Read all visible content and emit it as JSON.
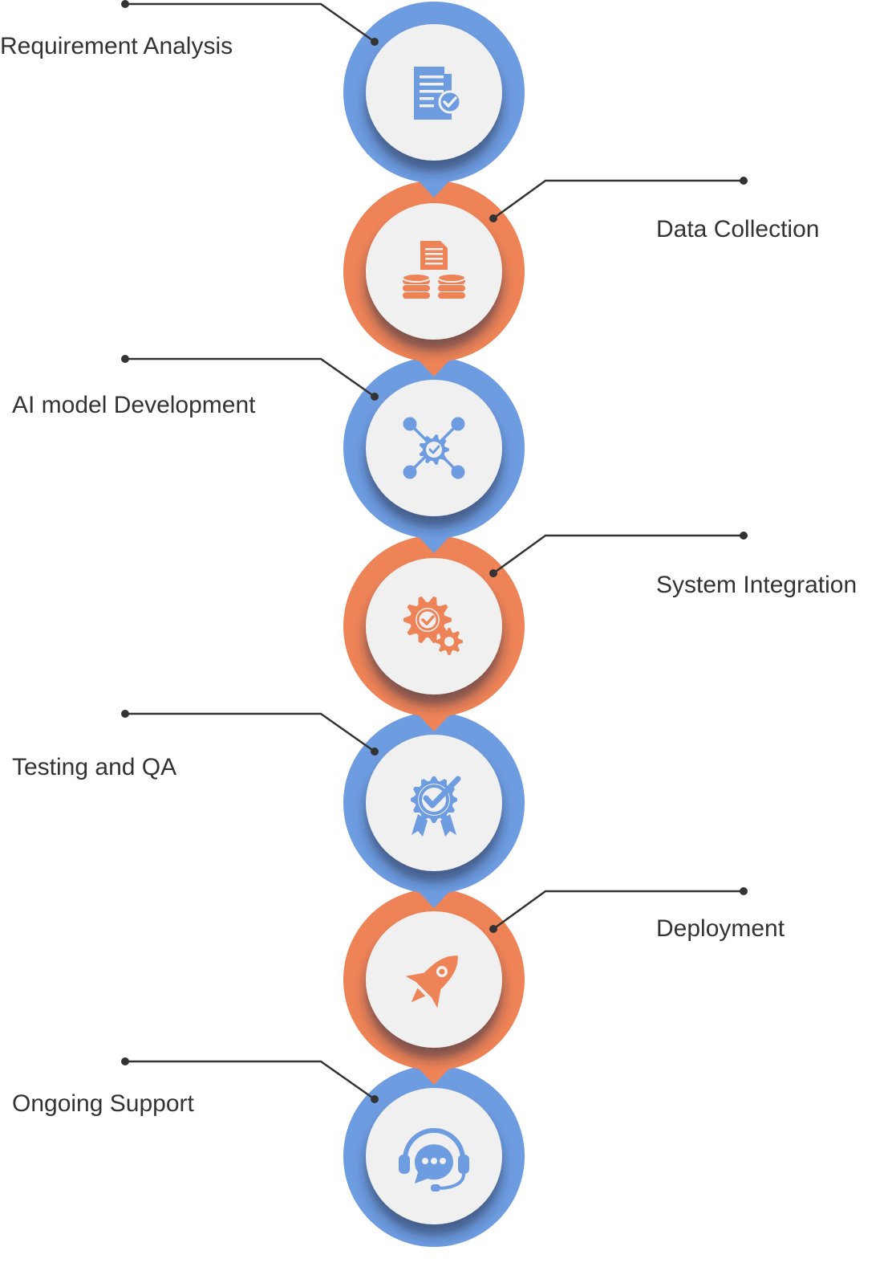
{
  "colors": {
    "blue": "#6e9ce0",
    "orange": "#ee8357",
    "inner_fill": "#f0f0f0",
    "connector": "#333333",
    "text": "#333333"
  },
  "steps": [
    {
      "label": "Requirement Analysis",
      "color": "blue",
      "icon": "document-check-icon"
    },
    {
      "label": "Data Collection",
      "color": "orange",
      "icon": "database-document-icon"
    },
    {
      "label": "AI model Development",
      "color": "blue",
      "icon": "gear-network-icon"
    },
    {
      "label": "System Integration",
      "color": "orange",
      "icon": "gears-check-icon"
    },
    {
      "label": "Testing and QA",
      "color": "blue",
      "icon": "badge-check-icon"
    },
    {
      "label": "Deployment",
      "color": "orange",
      "icon": "rocket-icon"
    },
    {
      "label": "Ongoing Support",
      "color": "blue",
      "icon": "headset-chat-icon"
    }
  ]
}
